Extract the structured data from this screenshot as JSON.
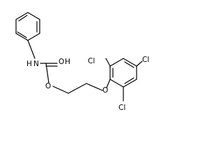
{
  "molecule": {
    "atom_labels": {
      "nitrogen_h": "H",
      "nitrogen": "N",
      "carbonyl_o": "O",
      "carbonyl_h": "H",
      "ester_o": "O",
      "ether_o": "O",
      "cl_top": "Cl",
      "cl_right": "Cl",
      "cl_bottom": "Cl"
    }
  }
}
